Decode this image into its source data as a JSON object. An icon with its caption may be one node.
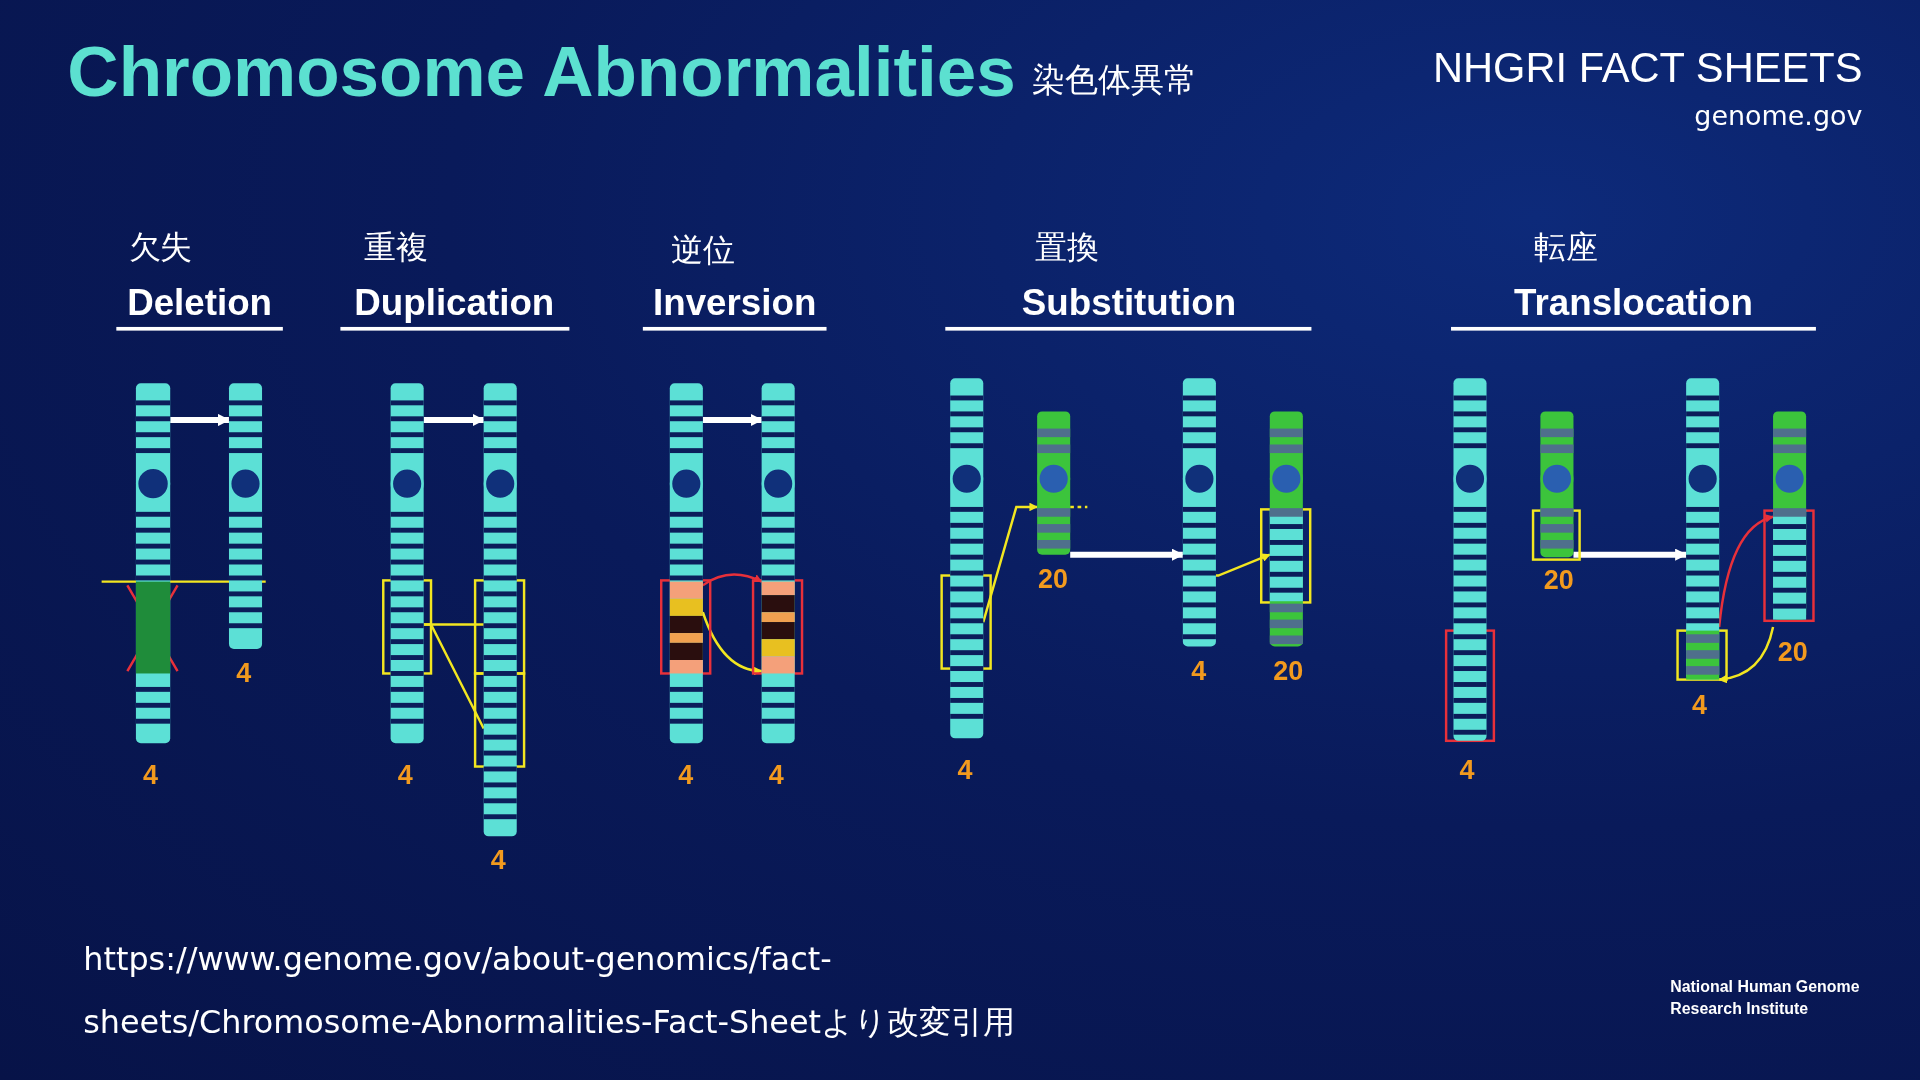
{
  "diagram": {
    "title": "Chromosome Abnormalities",
    "nodes": [
      {
        "text": [],
        "shape": "bar",
        "beside": [
          "4"
        ]
      },
      {
        "text": [],
        "shape": "bar",
        "beside": [
          "4"
        ]
      },
      {
        "text": [],
        "shape": "bar",
        "beside": [
          "4"
        ]
      },
      {
        "text": [],
        "shape": "bar",
        "beside": [
          "4"
        ]
      },
      {
        "text": [],
        "shape": "bar",
        "beside": [
          "4"
        ]
      },
      {
        "text": [],
        "shape": "bar",
        "beside": [
          "4"
        ]
      },
      {
        "text": [],
        "shape": "bar",
        "beside": [
          "4"
        ]
      },
      {
        "text": [],
        "shape": "bar",
        "beside": [
          "20"
        ]
      },
      {
        "text": [],
        "shape": "bar",
        "beside": [
          "4"
        ]
      },
      {
        "text": [],
        "shape": "bar",
        "beside": [
          "20"
        ]
      },
      {
        "text": [],
        "shape": "bar",
        "beside": [
          "4"
        ]
      },
      {
        "text": [],
        "shape": "bar",
        "beside": [
          "20"
        ]
      },
      {
        "text": [],
        "shape": "bar",
        "beside": [
          "4"
        ]
      },
      {
        "text": [],
        "shape": "bar",
        "beside": [
          "20"
        ]
      }
    ],
    "edges": [
      {
        "from": 0,
        "to": 1,
        "arrow": "to",
        "style": "thick",
        "color": "#ffffff"
      },
      {
        "from": 2,
        "to": 3,
        "arrow": "to",
        "style": "thick",
        "color": "#ffffff"
      },
      {
        "from": 4,
        "to": 5,
        "arrow": "to",
        "style": "thick",
        "color": "#ffffff"
      },
      {
        "from": 7,
        "to": 8,
        "arrow": "to",
        "style": "thick",
        "color": "#ffffff"
      },
      {
        "from": 11,
        "to": 12,
        "arrow": "to",
        "style": "thick",
        "color": "#ffffff"
      },
      {
        "from": 2,
        "to": 3,
        "arrow": "none"
      },
      {
        "from": 2,
        "to": 3,
        "arrow": "none"
      },
      {
        "from": 4,
        "to": 5,
        "arrow": "to",
        "color": "#e8303a"
      },
      {
        "from": 4,
        "to": 5,
        "arrow": "to"
      },
      {
        "from": 6,
        "to": 7,
        "arrow": "to"
      },
      {
        "from": 8,
        "to": 9,
        "arrow": "to"
      },
      {
        "from": 12,
        "to": 13,
        "arrow": "to",
        "color": "#e8303a"
      },
      {
        "from": 13,
        "to": 12,
        "arrow": "to"
      }
    ],
    "labels": [
      "染色体異常",
      "NHGRI FACT SHEETS",
      "genome.gov",
      "欠失",
      "Deletion",
      "重複",
      "Duplication",
      "逆位",
      "Inversion",
      "置換",
      "Substitution",
      "転座",
      "Translocation",
      "https://www.genome.gov/about-genomics/fact-sheets/Chromosome-Abnormalities-Fact-Sheetより改変引用",
      "National Human Genome Research Institute"
    ]
  }
}
